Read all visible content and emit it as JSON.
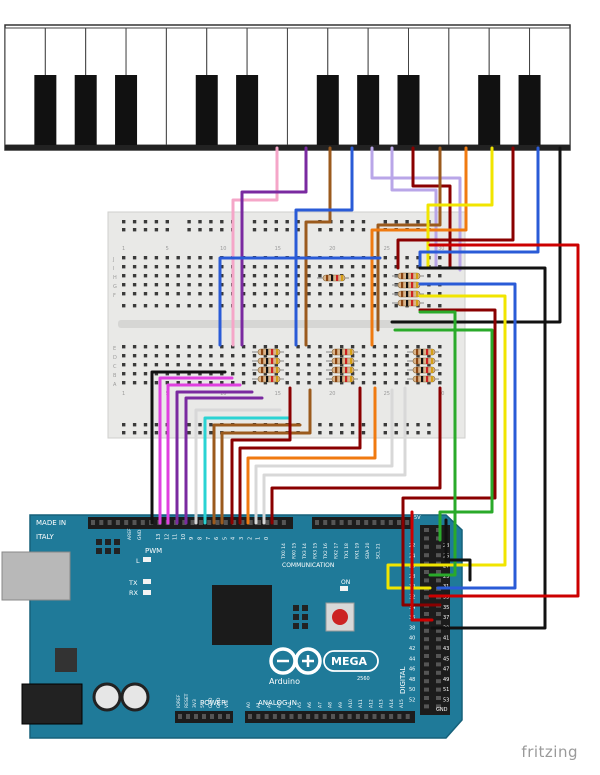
{
  "watermark": "fritzing",
  "arduino": {
    "made_in": "MADE IN",
    "country": "ITALY",
    "brand": "Arduino",
    "model": "MEGA",
    "model_sub": "2560",
    "pwm_label": "PWM",
    "communication_label": "COMMUNICATION",
    "power_label": "POWER",
    "analog_label": "ANALOG IN",
    "digital_label": "DIGITAL",
    "on_label": "ON",
    "tx_label": "TX",
    "rx_label": "RX",
    "l_label": "L",
    "aref_label": "AREF",
    "gnd_label": "GND",
    "pwm_pins": [
      "13",
      "12",
      "11",
      "10",
      "9",
      "8",
      "7",
      "6",
      "5",
      "4",
      "3",
      "2",
      "1",
      "0"
    ],
    "comm_pins": [
      "TX0 14",
      "RX0 15",
      "TX3 14",
      "RX3 15",
      "TX2 16",
      "RX2 17",
      "TX1 18",
      "RX1 19",
      "SDA 20",
      "SCL 21"
    ],
    "power_pins": [
      "IOREF",
      "RESET",
      "3V3",
      "5V",
      "GND",
      "GND",
      "VIN"
    ],
    "analog_pins": [
      "A0",
      "A1",
      "A2",
      "A3",
      "A4",
      "A5",
      "A6",
      "A7",
      "A8",
      "A9",
      "A10",
      "A11",
      "A12",
      "A13",
      "A14",
      "A15"
    ],
    "digital_pins_left": [
      "22",
      "24",
      "26",
      "28",
      "30",
      "32",
      "34",
      "36",
      "38",
      "40",
      "42",
      "44",
      "46",
      "48",
      "50",
      "52"
    ],
    "digital_pins_right": [
      "23",
      "25",
      "27",
      "29",
      "31",
      "33",
      "35",
      "37",
      "39",
      "41",
      "43",
      "45",
      "47",
      "49",
      "51",
      "53"
    ],
    "row_5v": "5V",
    "row_gnd": "GND"
  },
  "breadboard": {
    "row_letters": [
      "J",
      "I",
      "H",
      "G",
      "F",
      "E",
      "D",
      "C",
      "B",
      "A"
    ],
    "col_numbers": [
      "1",
      "5",
      "10",
      "15",
      "20",
      "25",
      "30"
    ]
  },
  "colors": {
    "board": "#1f7a99",
    "wire_red": "#cc0000",
    "wire_blue": "#2a5bd7",
    "wire_black": "#111111",
    "wire_yellow": "#f1e500",
    "wire_green": "#2aaa2a",
    "wire_orange": "#f07a10",
    "wire_brown": "#9b5a1d",
    "wire_pink": "#f5a6c8",
    "wire_magenta": "#e040e0",
    "wire_purple": "#7a2aa0",
    "wire_cyan": "#2ad3d3",
    "wire_white": "#d8d8d8",
    "wire_lavender": "#b9a6e8",
    "wire_darkred": "#8a0000"
  }
}
